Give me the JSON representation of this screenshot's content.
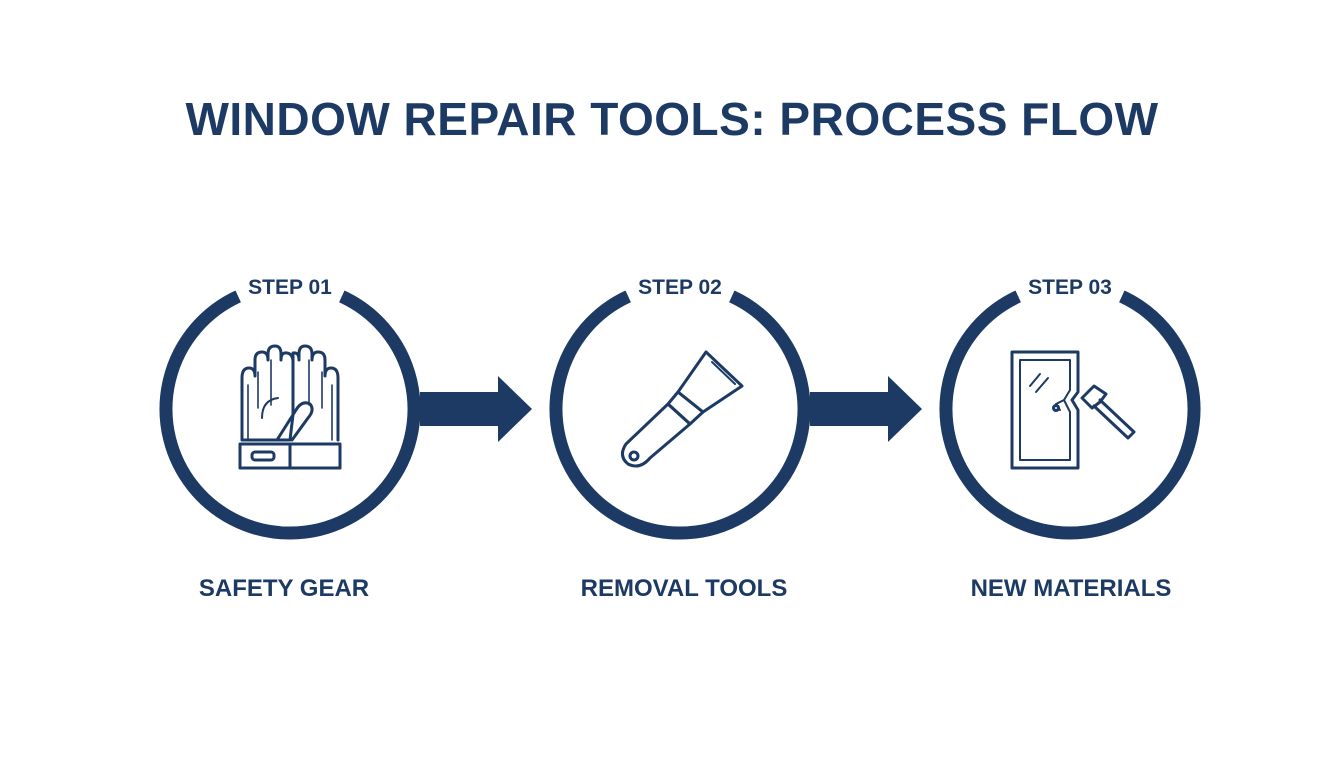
{
  "title": "WINDOW REPAIR TOOLS: PROCESS FLOW",
  "colors": {
    "primary": "#1c3a63",
    "background": "#ffffff"
  },
  "steps": [
    {
      "label": "STEP 01",
      "caption": "SAFETY GEAR",
      "icon": "gloves-icon"
    },
    {
      "label": "STEP 02",
      "caption": "REMOVAL TOOLS",
      "icon": "putty-knife-icon"
    },
    {
      "label": "STEP 03",
      "caption": "NEW MATERIALS",
      "icon": "window-hammer-icon"
    }
  ]
}
